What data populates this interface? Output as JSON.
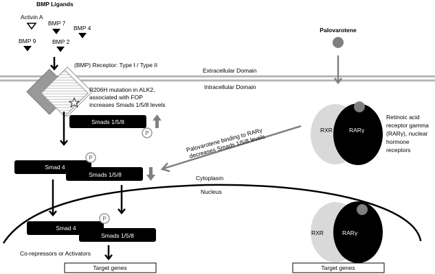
{
  "title": "BMP Ligands",
  "ligands": [
    {
      "label": "Activin A",
      "style": "outline"
    },
    {
      "label": "BMP 7",
      "style": "filled"
    },
    {
      "label": "BMP 4",
      "style": "filled"
    },
    {
      "label": "BMP 9",
      "style": "filled"
    },
    {
      "label": "BMP 2",
      "style": "filled"
    }
  ],
  "receptor_label": "(BMP) Receptor: Type I / Type II",
  "membrane": {
    "extracellular": "Extracellular Domain",
    "intracellular": "Intracellular Domain"
  },
  "mutation_note": [
    "R206H mutation in ALK2,",
    "associated with FOP",
    "increases Smads 1/5/8 levels"
  ],
  "palovarotene": {
    "label": "Palovarotene",
    "effect": [
      "Palovarotene binding to RARγ",
      "decreases Smads 1/5/8 levels"
    ]
  },
  "nuclear_receptor": {
    "rxr": "RXR",
    "rar": "RARγ",
    "description": [
      "Retinoic acid",
      "receptor gamma",
      "(RARγ), nuclear",
      "hormone",
      "receptors"
    ]
  },
  "smads": {
    "smads158": "Smads 1/5/8",
    "smad4": "Smad 4",
    "phospho": "P"
  },
  "compartments": {
    "cytoplasm": "Cytoplasm",
    "nucleus": "Nucleus"
  },
  "co_factors": "Co-repressors or Activators",
  "target_genes": "Target genes",
  "colors": {
    "black": "#000000",
    "gray_arrow": "#808080",
    "membrane": "#b8b8b8",
    "rxr": "#d9d9d9",
    "ligand_dot": "#7f7f7f"
  }
}
